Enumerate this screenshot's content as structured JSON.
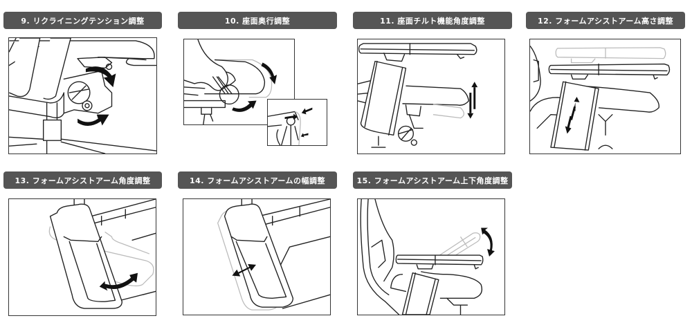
{
  "sections": [
    {
      "title": "9. リクライニングテンション調整",
      "illustration": "recline-tension-knob-diagram"
    },
    {
      "title": "10. 座面奥行調整",
      "illustration": "seat-depth-slide-diagram"
    },
    {
      "title": "11. 座面チルト機能角度調整",
      "illustration": "seat-tilt-angle-diagram"
    },
    {
      "title": "12. フォームアシストアーム高さ調整",
      "illustration": "armrest-height-diagram"
    },
    {
      "title": "13. フォームアシストアーム角度調整",
      "illustration": "armrest-angle-diagram"
    },
    {
      "title": "14. フォームアシストアームの幅調整",
      "illustration": "armrest-width-diagram"
    },
    {
      "title": "15. フォームアシストアーム上下角度調整",
      "illustration": "armrest-vertical-angle-diagram"
    }
  ],
  "colors": {
    "header_bg": "#555555",
    "header_text": "#ffffff",
    "line": "#222222",
    "ghost_line": "#bbbbbb"
  }
}
